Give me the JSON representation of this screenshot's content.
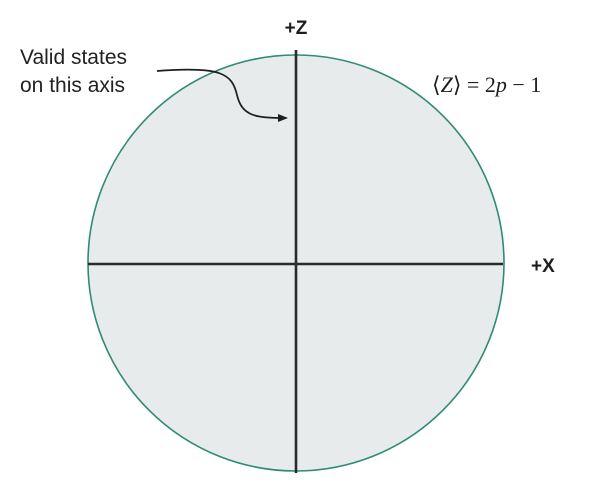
{
  "axes": {
    "z_label": "+Z",
    "x_label": "+X"
  },
  "annotation": {
    "line1": "Valid states",
    "line2": "on this axis"
  },
  "formula": {
    "lang": "⟨",
    "var_z": "Z",
    "rang_eq": "⟩ = 2",
    "var_p": "p",
    "rest": " − 1"
  },
  "colors": {
    "sphere_fill": "#e8ebec",
    "sphere_stroke": "#2e8b78",
    "axis": "#2a2a2a"
  }
}
